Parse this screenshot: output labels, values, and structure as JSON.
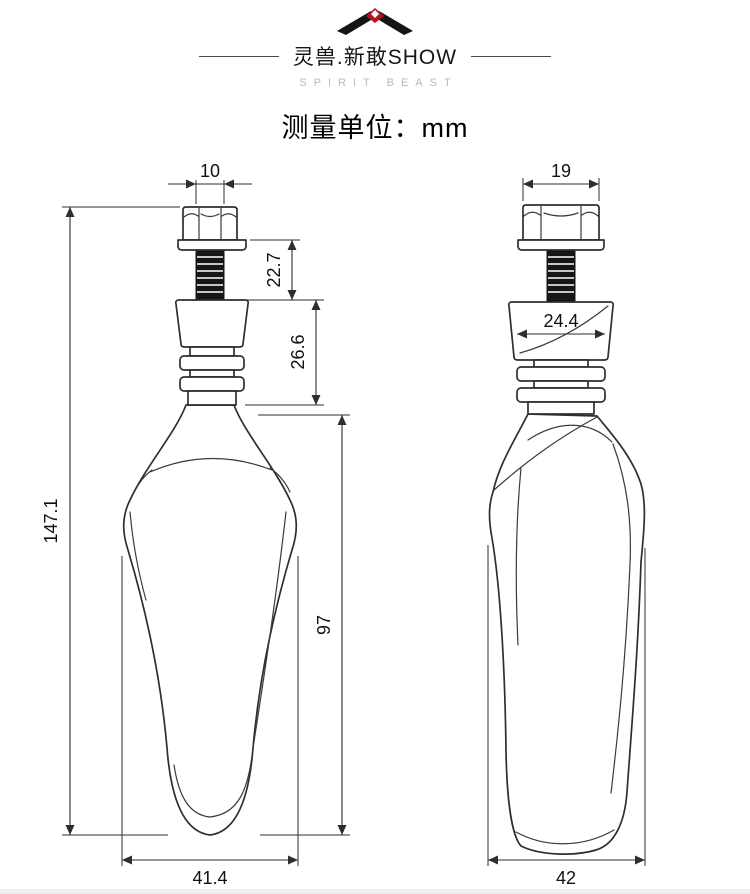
{
  "header": {
    "brand_cn": "灵兽.新敢SHOW",
    "brand_en": "SPIRIT BEAST"
  },
  "title": "测量单位：mm",
  "diagram": {
    "left_signal": {
      "thread_width": "10",
      "thread_length": "22.7",
      "mount_height": "26.6",
      "total_height": "147.1",
      "body_height": "97",
      "max_width": "41.4"
    },
    "right_signal": {
      "bolt_width": "19",
      "mount_width": "24.4",
      "max_width": "42"
    }
  }
}
